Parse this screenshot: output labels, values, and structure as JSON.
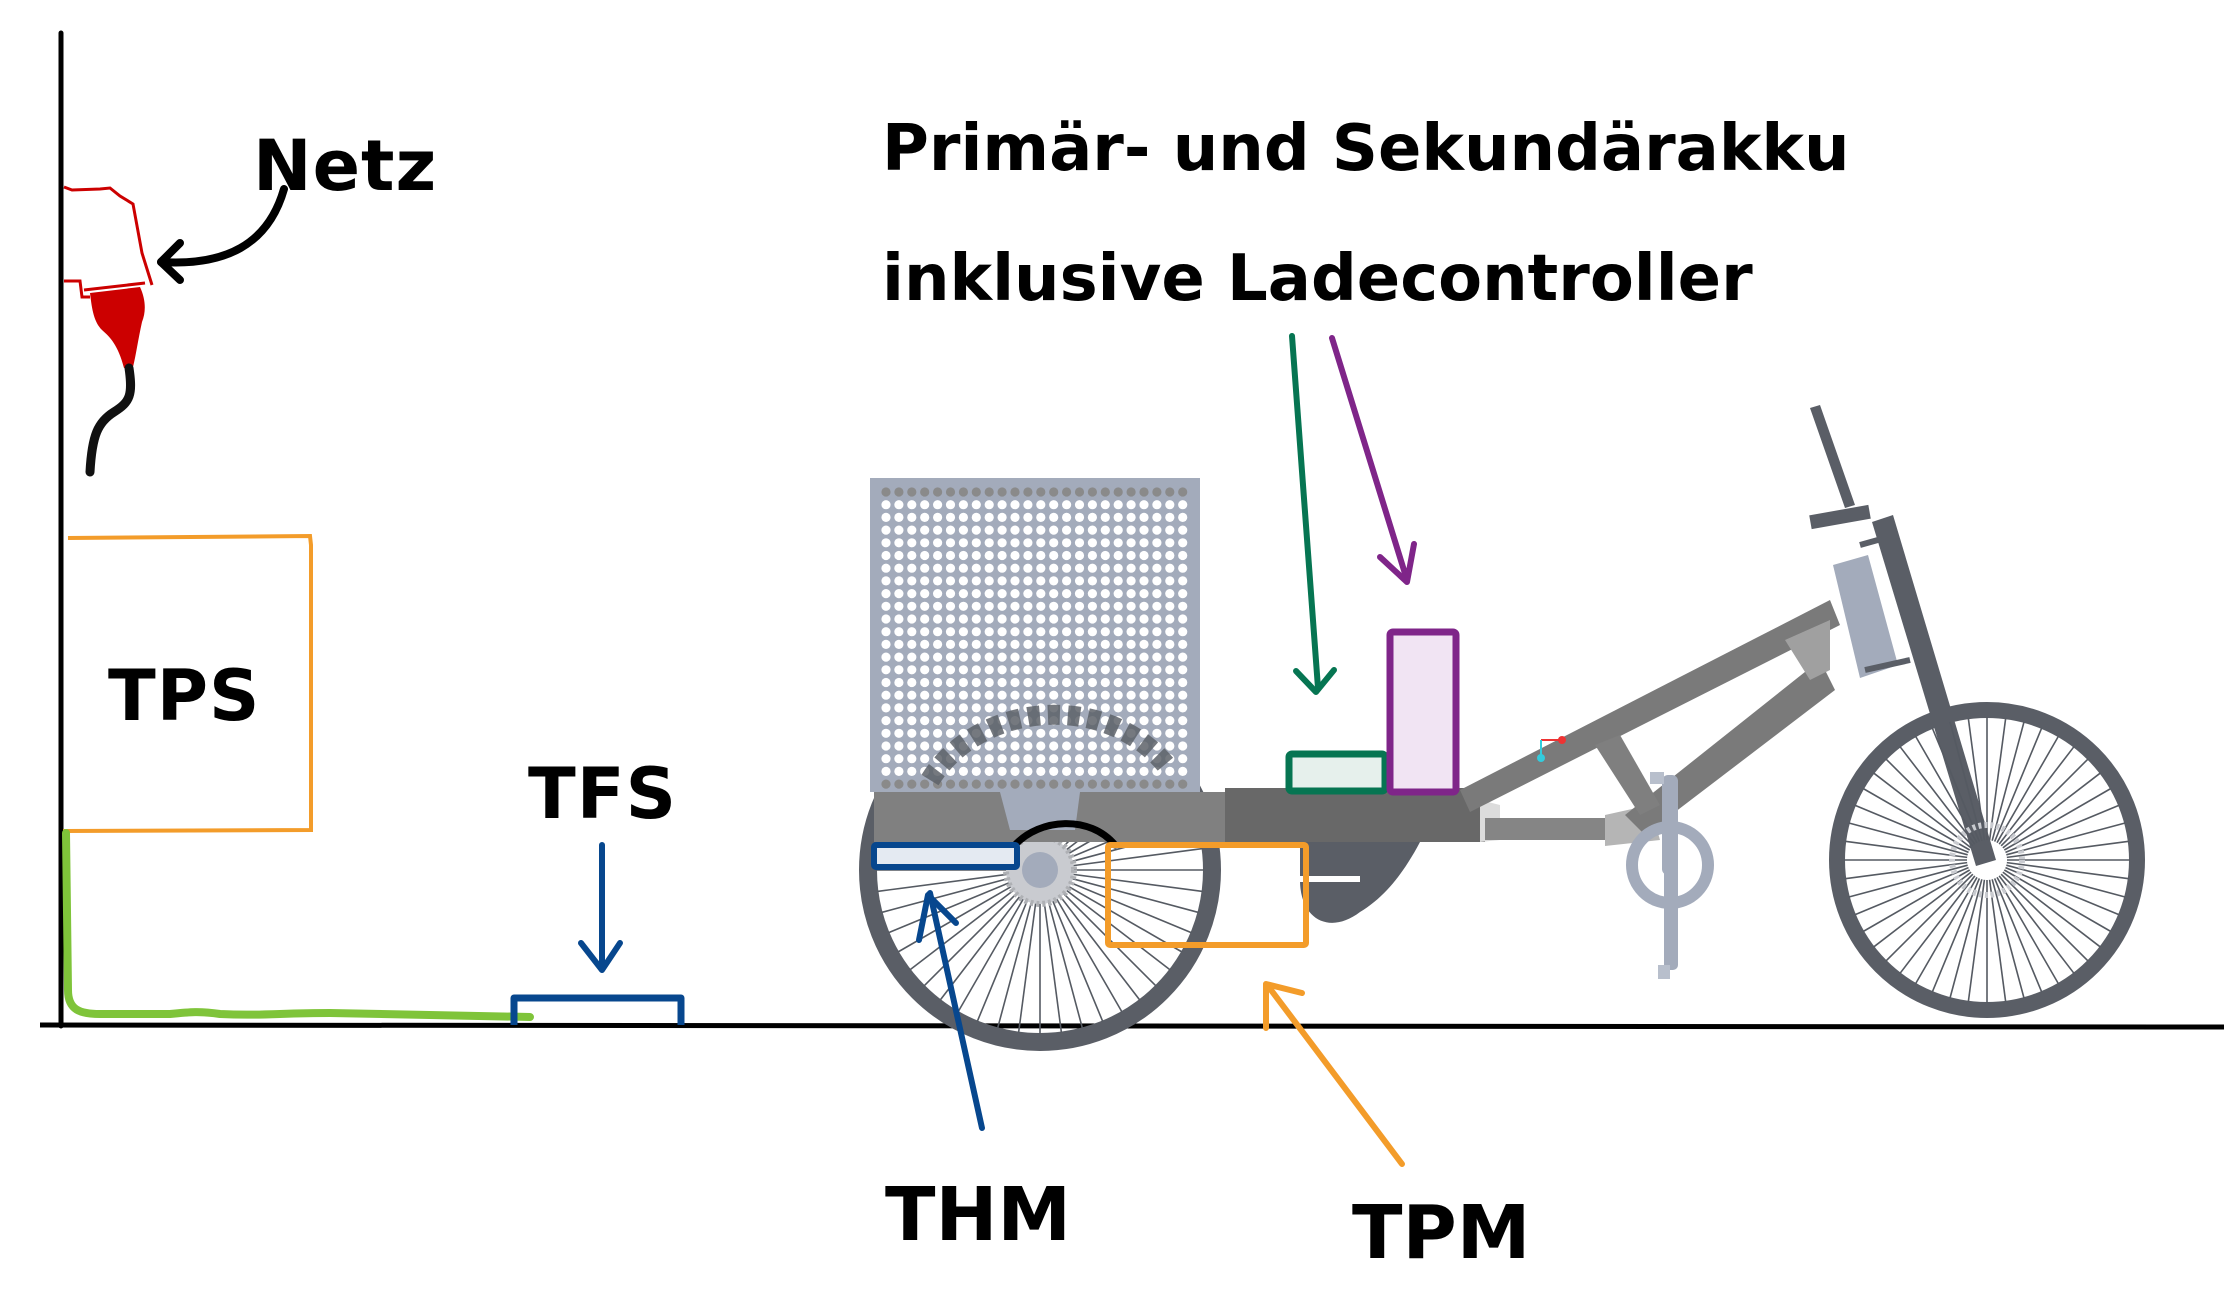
{
  "diagram": {
    "heading": {
      "line1": "Primär- und Sekundärakku",
      "line2": "inklusive Ladecontroller"
    },
    "labels": {
      "netz": "Netz",
      "tps": "TPS",
      "tfs": "TFS",
      "thm": "THM",
      "tpm": "TPM"
    },
    "colors": {
      "axis": "#000000",
      "plug": "#cc0000",
      "tps_box": "#f39c2a",
      "cable_green": "#7fc43a",
      "tfs_blue": "#07478e",
      "thm_blue": "#07478e",
      "tpm_orange": "#f39c2a",
      "controller_green": "#067552",
      "battery_purple": "#7f2589",
      "frame_grey": "#6d6d6d",
      "wheel_grey": "#5a5e66",
      "cargo_grey": "#a3abbb"
    }
  }
}
